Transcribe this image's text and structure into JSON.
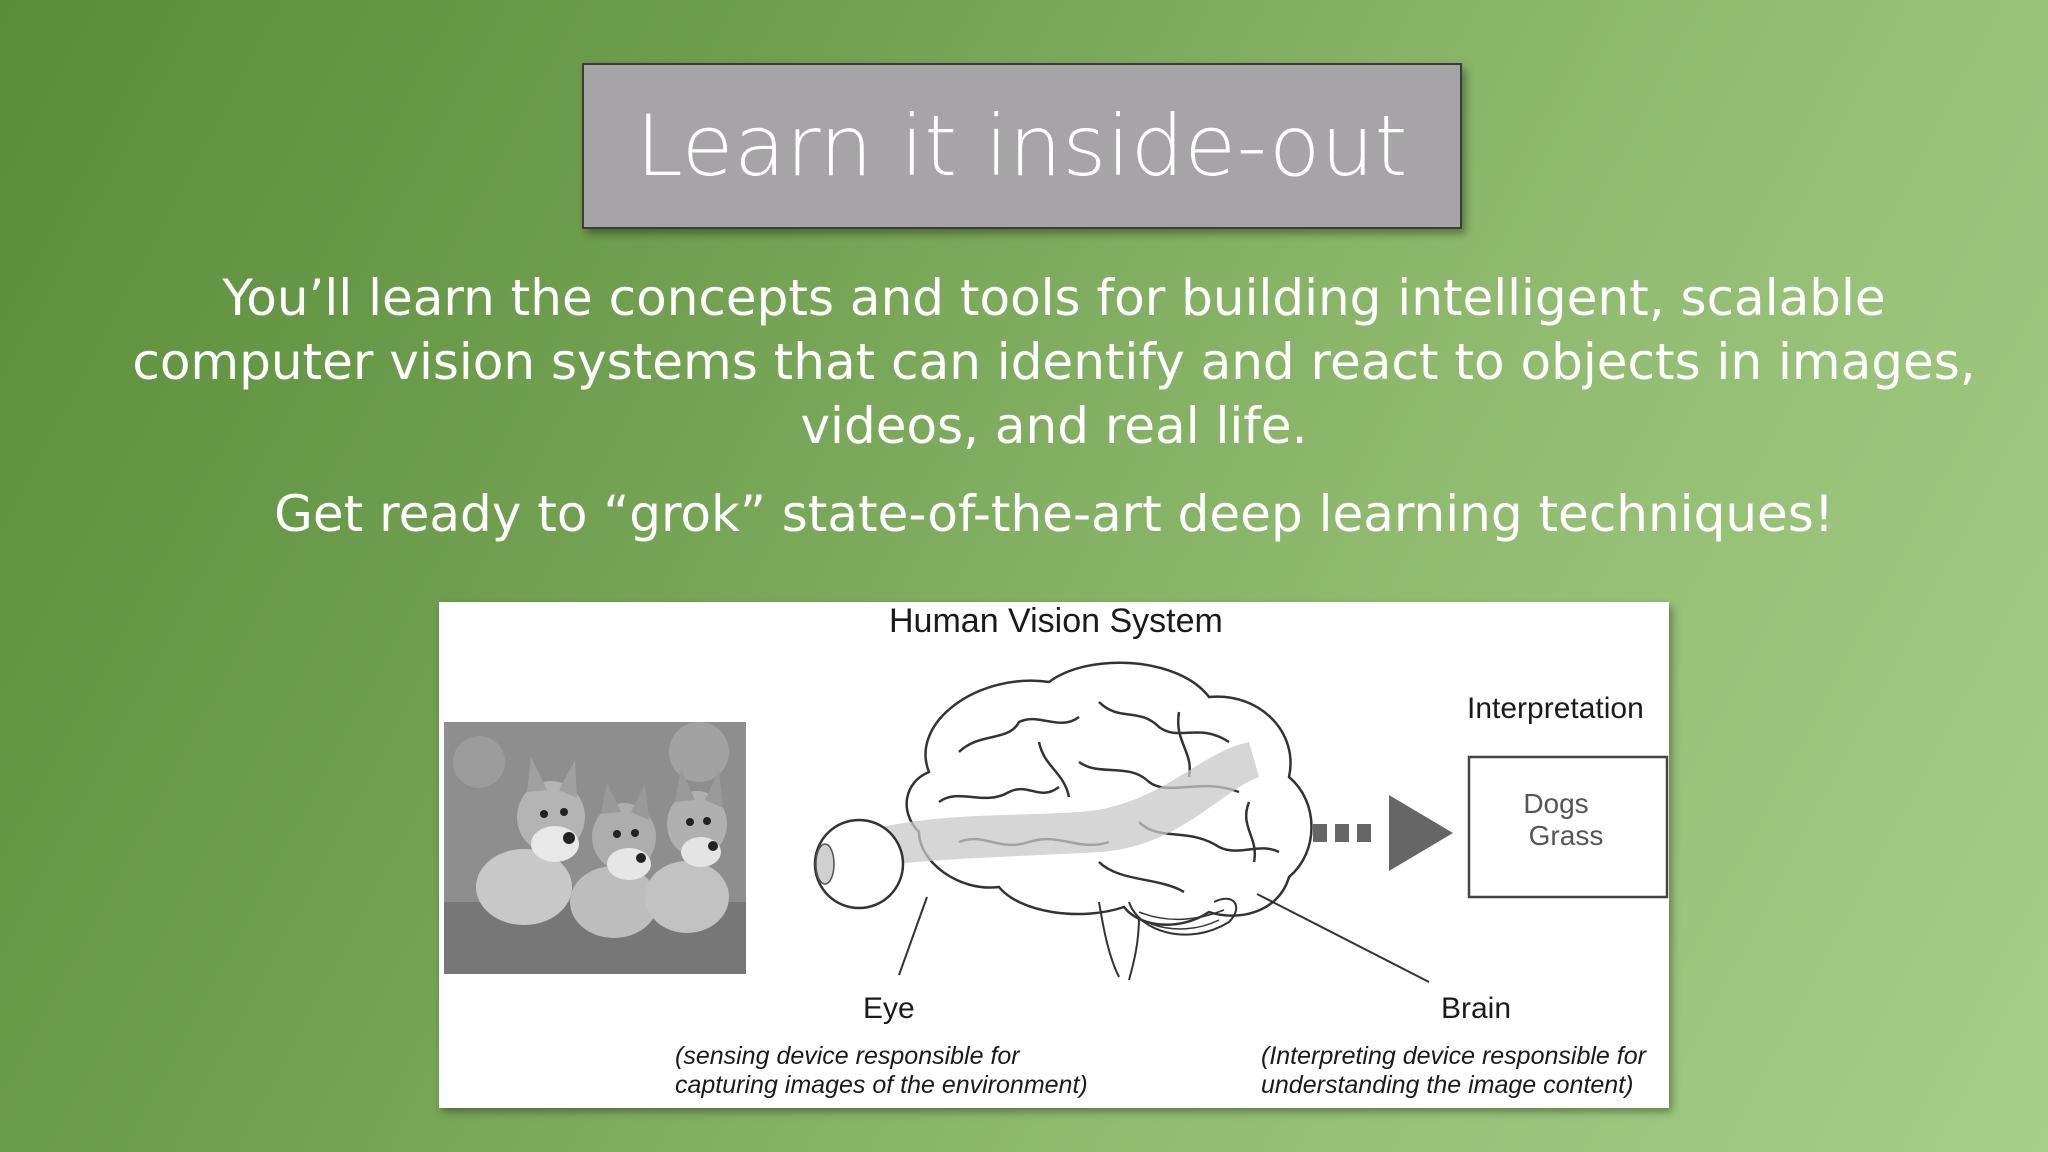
{
  "slide": {
    "title": "Learn it inside-out",
    "paragraph_1_line_1": "You’ll learn the concepts and tools for building intelligent, scalable",
    "paragraph_1_line_2": "computer vision systems that can identify and react to objects in images,",
    "paragraph_1_line_3": "videos, and real life.",
    "paragraph_2": "Get ready to “grok” state-of-the-art deep learning techniques!"
  },
  "figure": {
    "title": "Human Vision System",
    "interpretation_label": "Interpretation",
    "interpretation_items": [
      "Dogs",
      "Grass"
    ],
    "eye_label": "Eye",
    "eye_desc_line_1": "(sensing device responsible for",
    "eye_desc_line_2": "capturing images of the environment)",
    "brain_label": "Brain",
    "brain_desc_line_1": "(Interpreting device responsible for",
    "brain_desc_line_2": "understanding the image content)",
    "photo_icon": "dogs-photo",
    "brain_icon": "brain-illustration",
    "eye_icon": "eyeball-illustration"
  }
}
